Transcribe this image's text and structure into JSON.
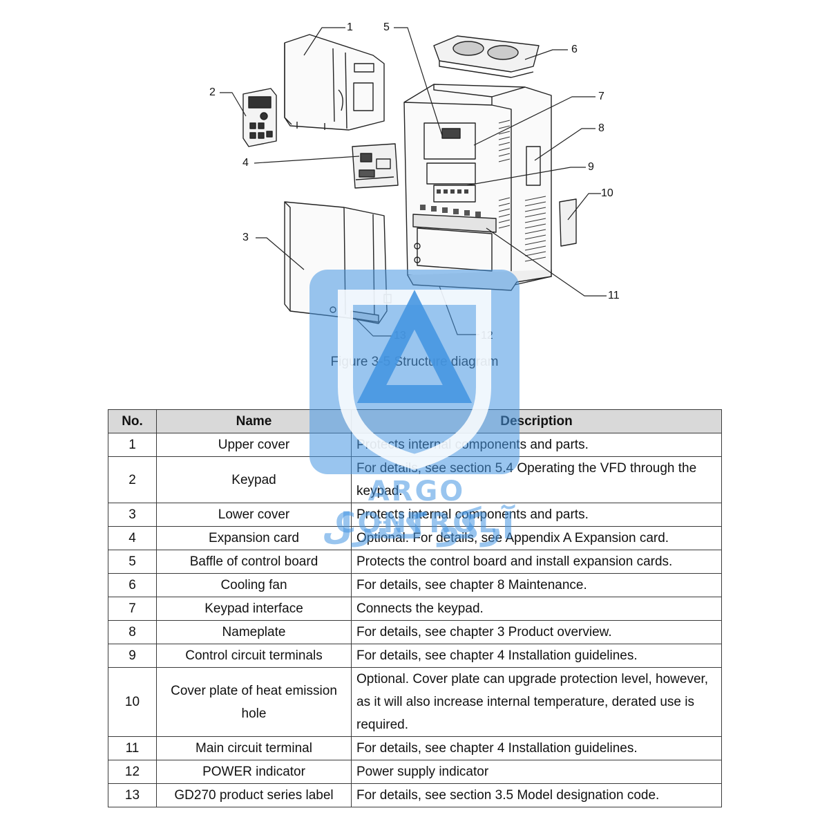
{
  "figure": {
    "callouts": [
      "1",
      "2",
      "3",
      "4",
      "5",
      "6",
      "7",
      "8",
      "9",
      "10",
      "11",
      "12",
      "13"
    ],
    "caption": "Figure 3-5 Structure diagram"
  },
  "watermark": {
    "brand_latin": "ARGO CONTROL",
    "brand_local": "آرگو کنترل",
    "color": "#4696e1"
  },
  "table": {
    "headers": [
      "No.",
      "Name",
      "Description"
    ],
    "rows": [
      {
        "no": "1",
        "name": "Upper cover",
        "desc": "Protects internal components and parts."
      },
      {
        "no": "2",
        "name": "Keypad",
        "desc": "For details, see section 5.4 Operating the VFD through the keypad."
      },
      {
        "no": "3",
        "name": "Lower cover",
        "desc": "Protects internal components and parts."
      },
      {
        "no": "4",
        "name": "Expansion card",
        "desc": "Optional. For details, see Appendix A Expansion card."
      },
      {
        "no": "5",
        "name": "Baffle of control board",
        "desc": "Protects the control board and install expansion cards."
      },
      {
        "no": "6",
        "name": "Cooling fan",
        "desc": "For details, see chapter 8 Maintenance."
      },
      {
        "no": "7",
        "name": "Keypad interface",
        "desc": "Connects the keypad."
      },
      {
        "no": "8",
        "name": "Nameplate",
        "desc": "For details, see chapter 3 Product overview."
      },
      {
        "no": "9",
        "name": "Control circuit terminals",
        "desc": "For details, see chapter 4 Installation guidelines."
      },
      {
        "no": "10",
        "name": "Cover plate of heat emission hole",
        "desc": "Optional. Cover plate can upgrade protection level, however, as it will also increase internal temperature, derated use is required."
      },
      {
        "no": "11",
        "name": "Main circuit terminal",
        "desc": "For details, see chapter 4 Installation guidelines."
      },
      {
        "no": "12",
        "name": "POWER indicator",
        "desc": "Power supply indicator"
      },
      {
        "no": "13",
        "name": "GD270 product series label",
        "desc": "For details, see section 3.5 Model designation code."
      }
    ]
  }
}
